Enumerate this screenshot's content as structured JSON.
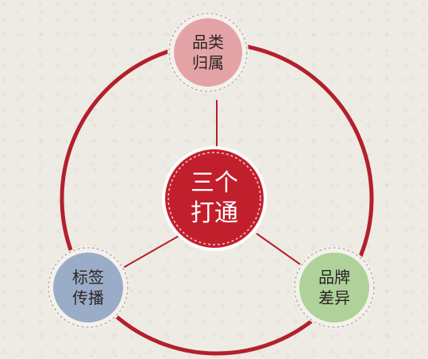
{
  "diagram": {
    "center": {
      "line1": "三个",
      "line2": "打通",
      "fill": "#c21f2c"
    },
    "nodes": [
      {
        "key": "top",
        "line1": "品类",
        "line2": "归属",
        "fill": "#e3a3a7"
      },
      {
        "key": "left",
        "line1": "标签",
        "line2": "传播",
        "fill": "#9bacc8"
      },
      {
        "key": "right",
        "line1": "品牌",
        "line2": "差异",
        "fill": "#aed29a"
      }
    ],
    "ring_color": "#b3202c"
  }
}
